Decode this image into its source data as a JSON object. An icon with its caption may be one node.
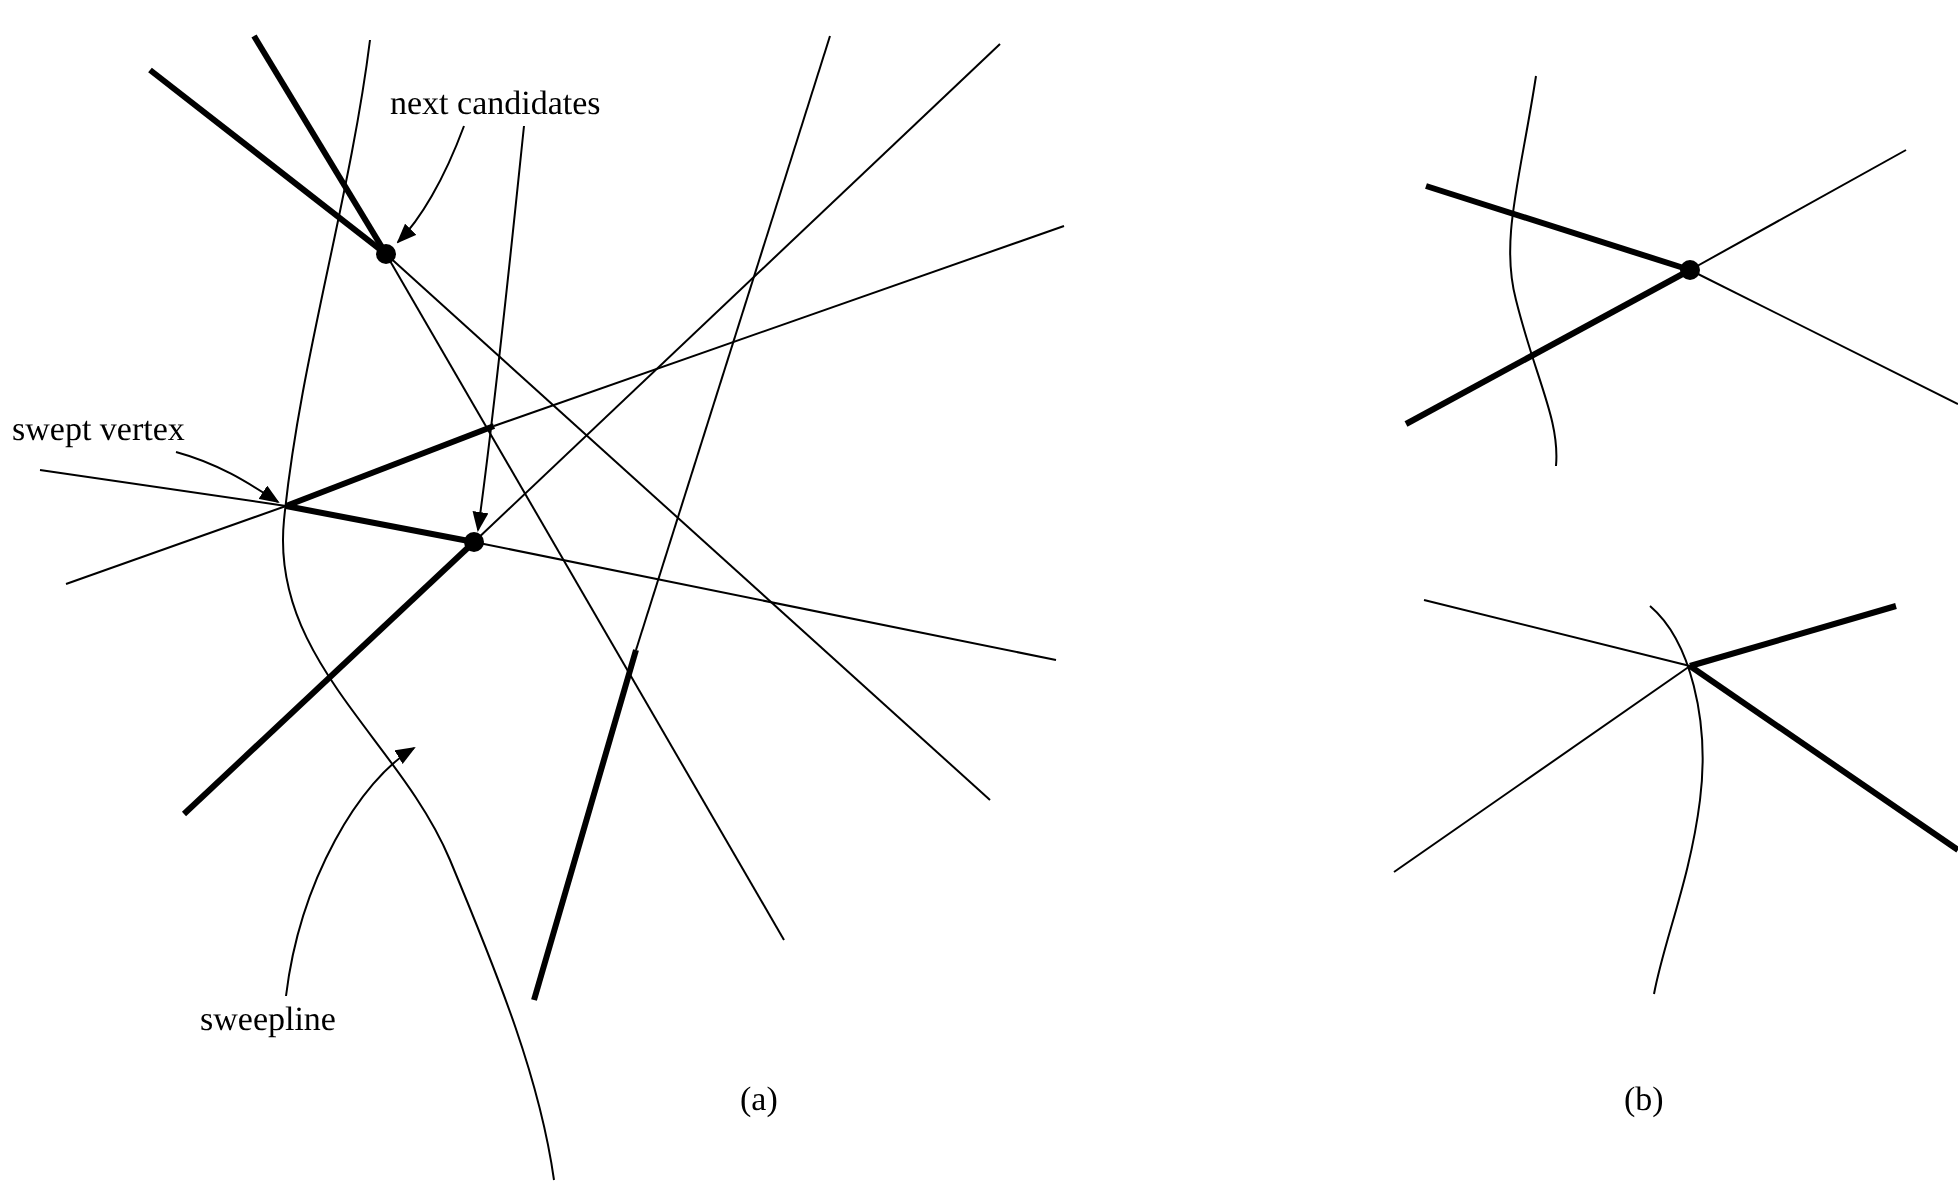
{
  "diagram": {
    "nodes": [
      {
        "text": [
          "next candidates"
        ]
      },
      {
        "text": [],
        "shape": "circle"
      },
      {
        "text": [],
        "shape": "circle"
      },
      {
        "text": [
          "swept vertex"
        ]
      },
      {
        "text": [
          "sweepline"
        ]
      }
    ],
    "edges": [
      {
        "from": 0,
        "to": 1,
        "arrow": "to"
      },
      {
        "from": 0,
        "to": 2,
        "arrow": "to"
      },
      {
        "from": 3,
        "to": null,
        "arrow": "to"
      },
      {
        "from": 4,
        "to": null,
        "arrow": "to"
      }
    ],
    "labels": [
      "(a)",
      "(b)"
    ]
  }
}
